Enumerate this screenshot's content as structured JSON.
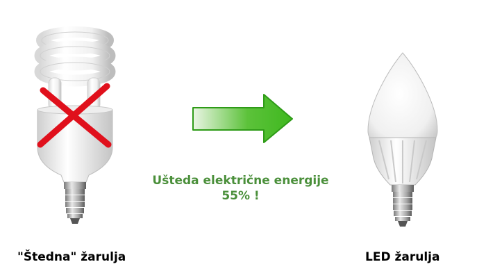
{
  "labels": {
    "left": "\"Štedna\" žarulja",
    "right": "LED žarulja"
  },
  "saving": {
    "line1": "Ušteda električne energije",
    "line2": "55% !"
  },
  "colors": {
    "text_green": "#4a8f3a",
    "arrow_green": "#3fb81f",
    "cross_red": "#e0101c"
  },
  "icons": {
    "cfl": "cfl-bulb-icon",
    "cross": "red-cross-icon",
    "arrow": "arrow-right-icon",
    "led": "led-bulb-icon"
  }
}
